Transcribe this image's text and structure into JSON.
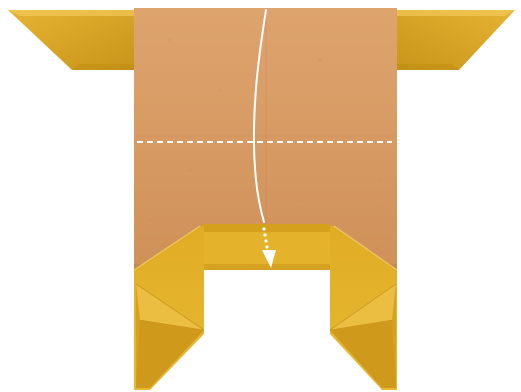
{
  "diagram": {
    "kind": "origami-fold-step",
    "colors": {
      "paper_back": "#D79A63",
      "paper_back_shade": "#C9874F",
      "paper_front": "#E3B12A",
      "paper_front_dark": "#C99313",
      "paper_front_light": "#F0C64B",
      "fold_line": "#FFFFFF",
      "arrow": "#FFFFFF"
    },
    "fold_line_style": "dashed",
    "arrow_style": "curved-with-dotted-tail",
    "icons": {
      "arrow": "curved-fold-arrow-icon"
    }
  }
}
